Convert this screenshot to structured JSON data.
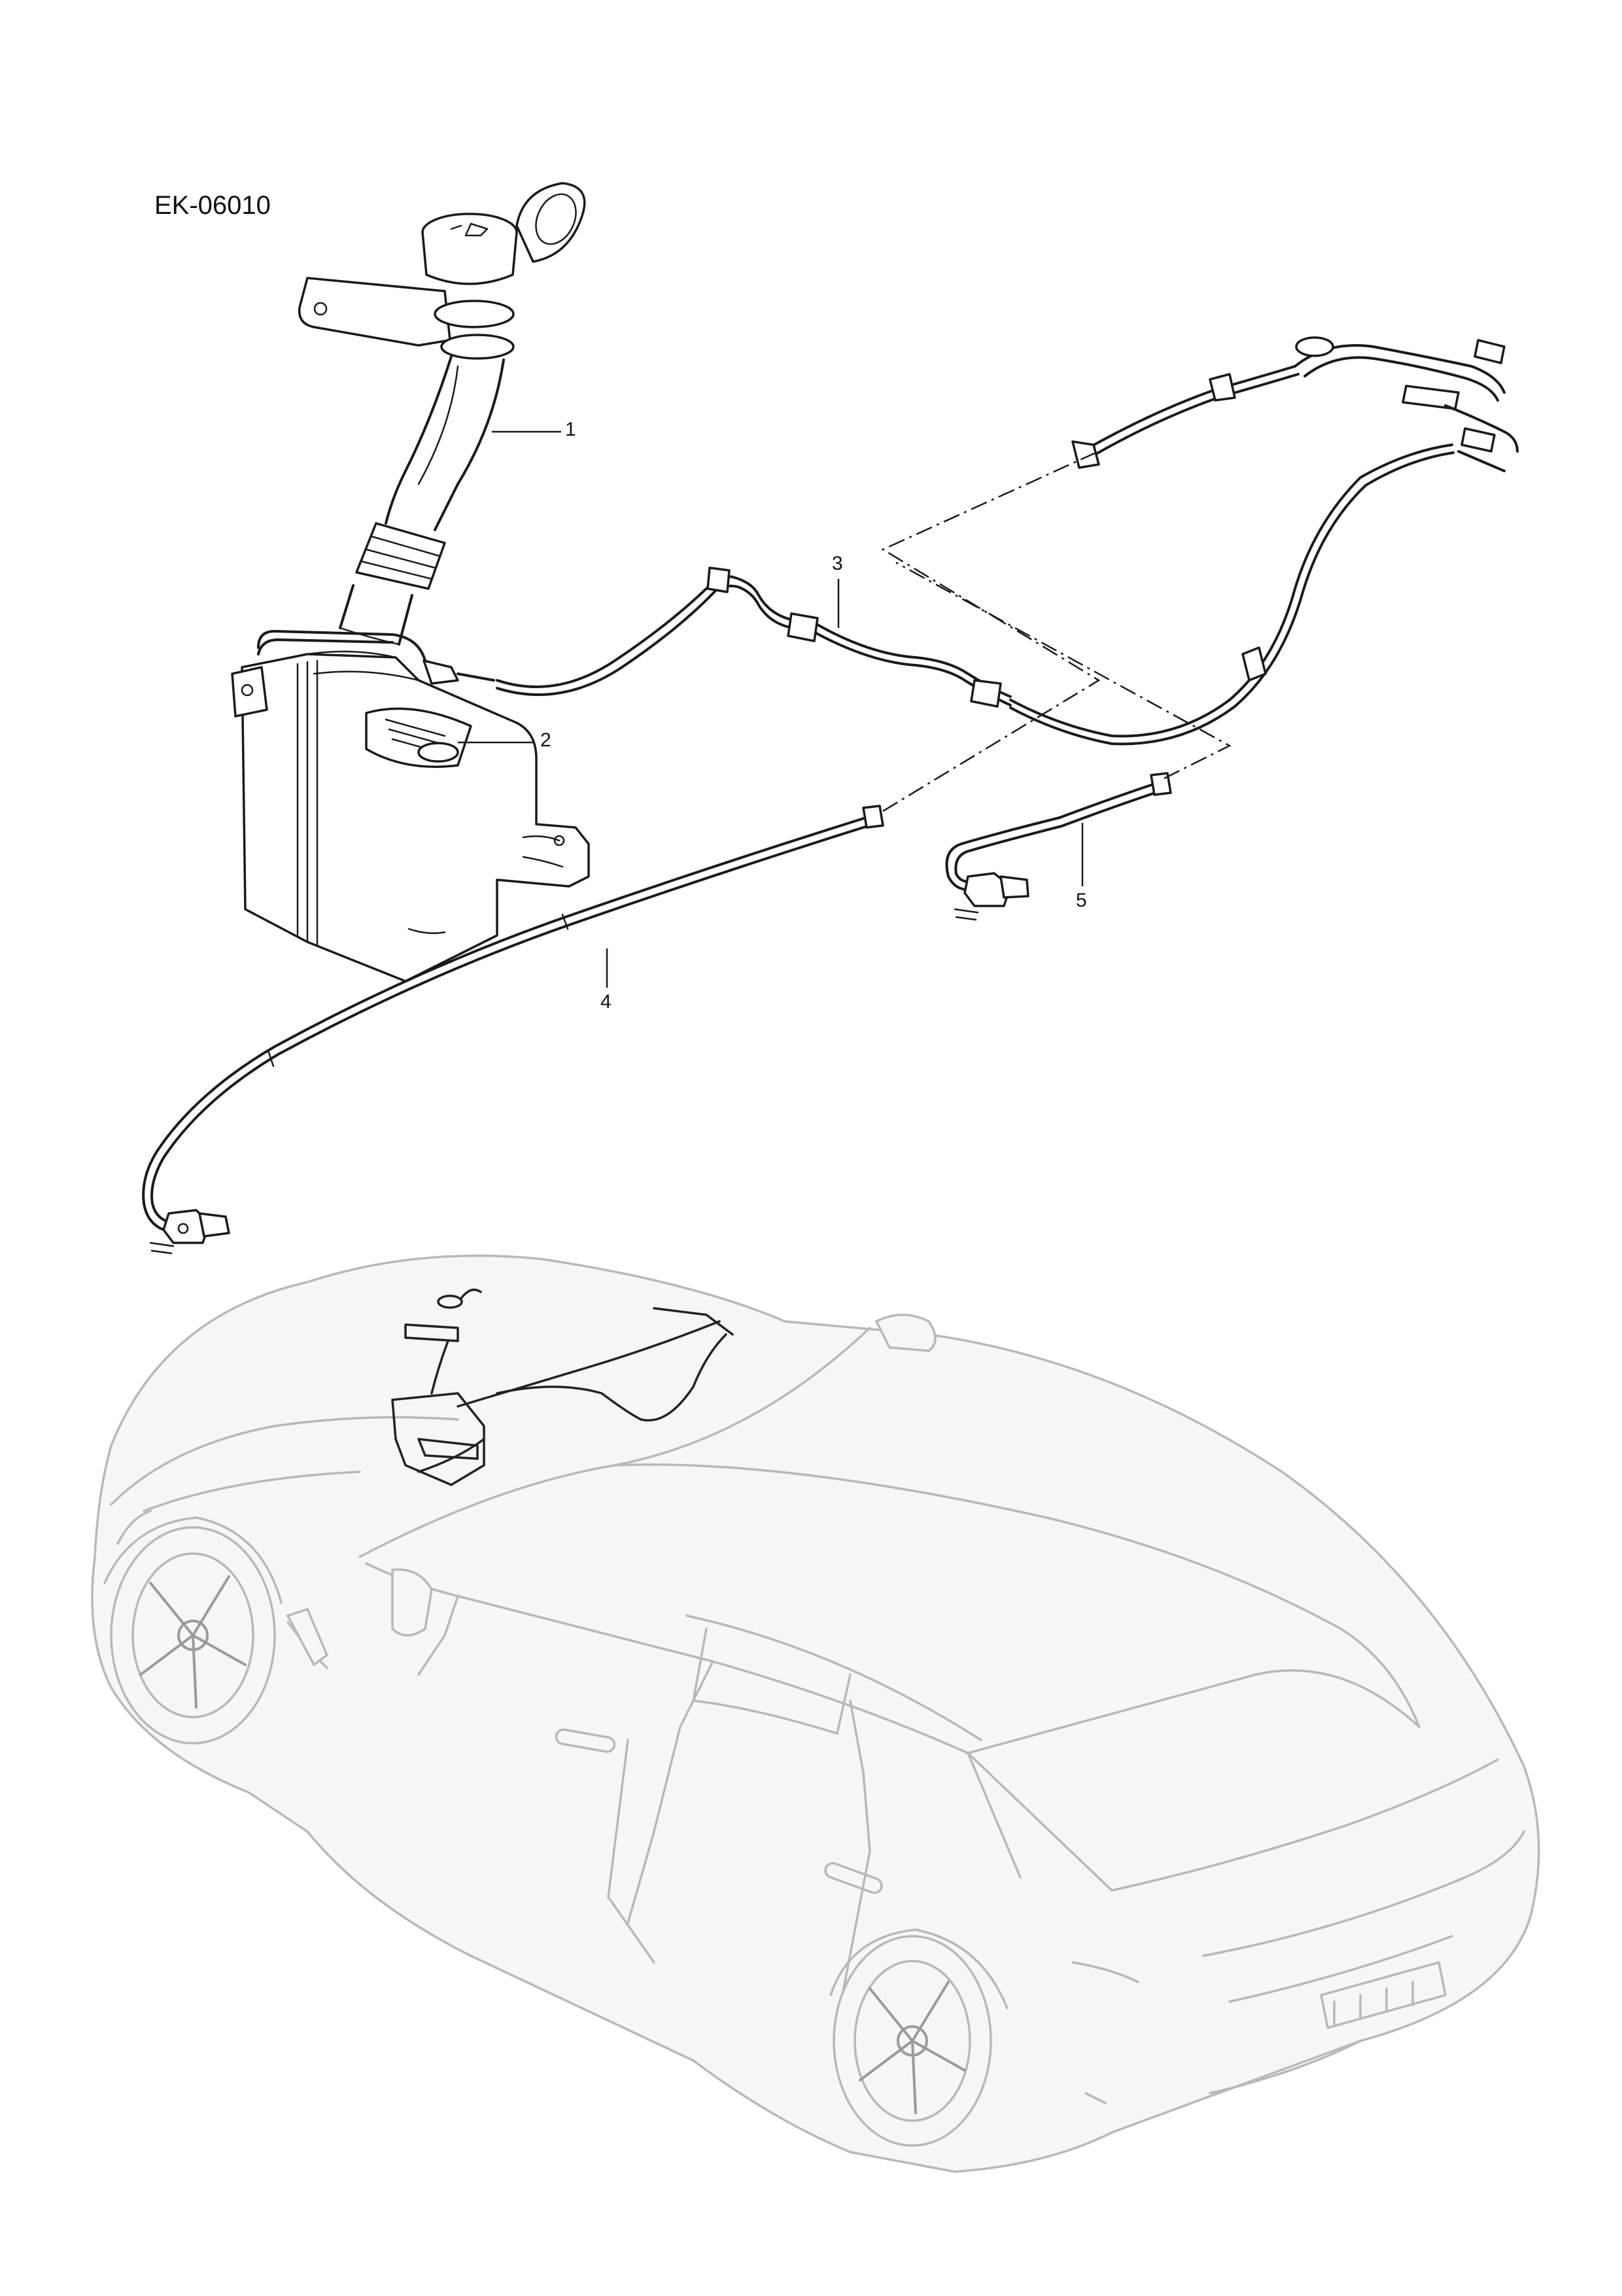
{
  "document": {
    "code": "EK-06010"
  },
  "callouts": [
    {
      "id": "1",
      "label": "1"
    },
    {
      "id": "2",
      "label": "2"
    },
    {
      "id": "3",
      "label": "3"
    },
    {
      "id": "4",
      "label": "4"
    },
    {
      "id": "5",
      "label": "5"
    }
  ]
}
